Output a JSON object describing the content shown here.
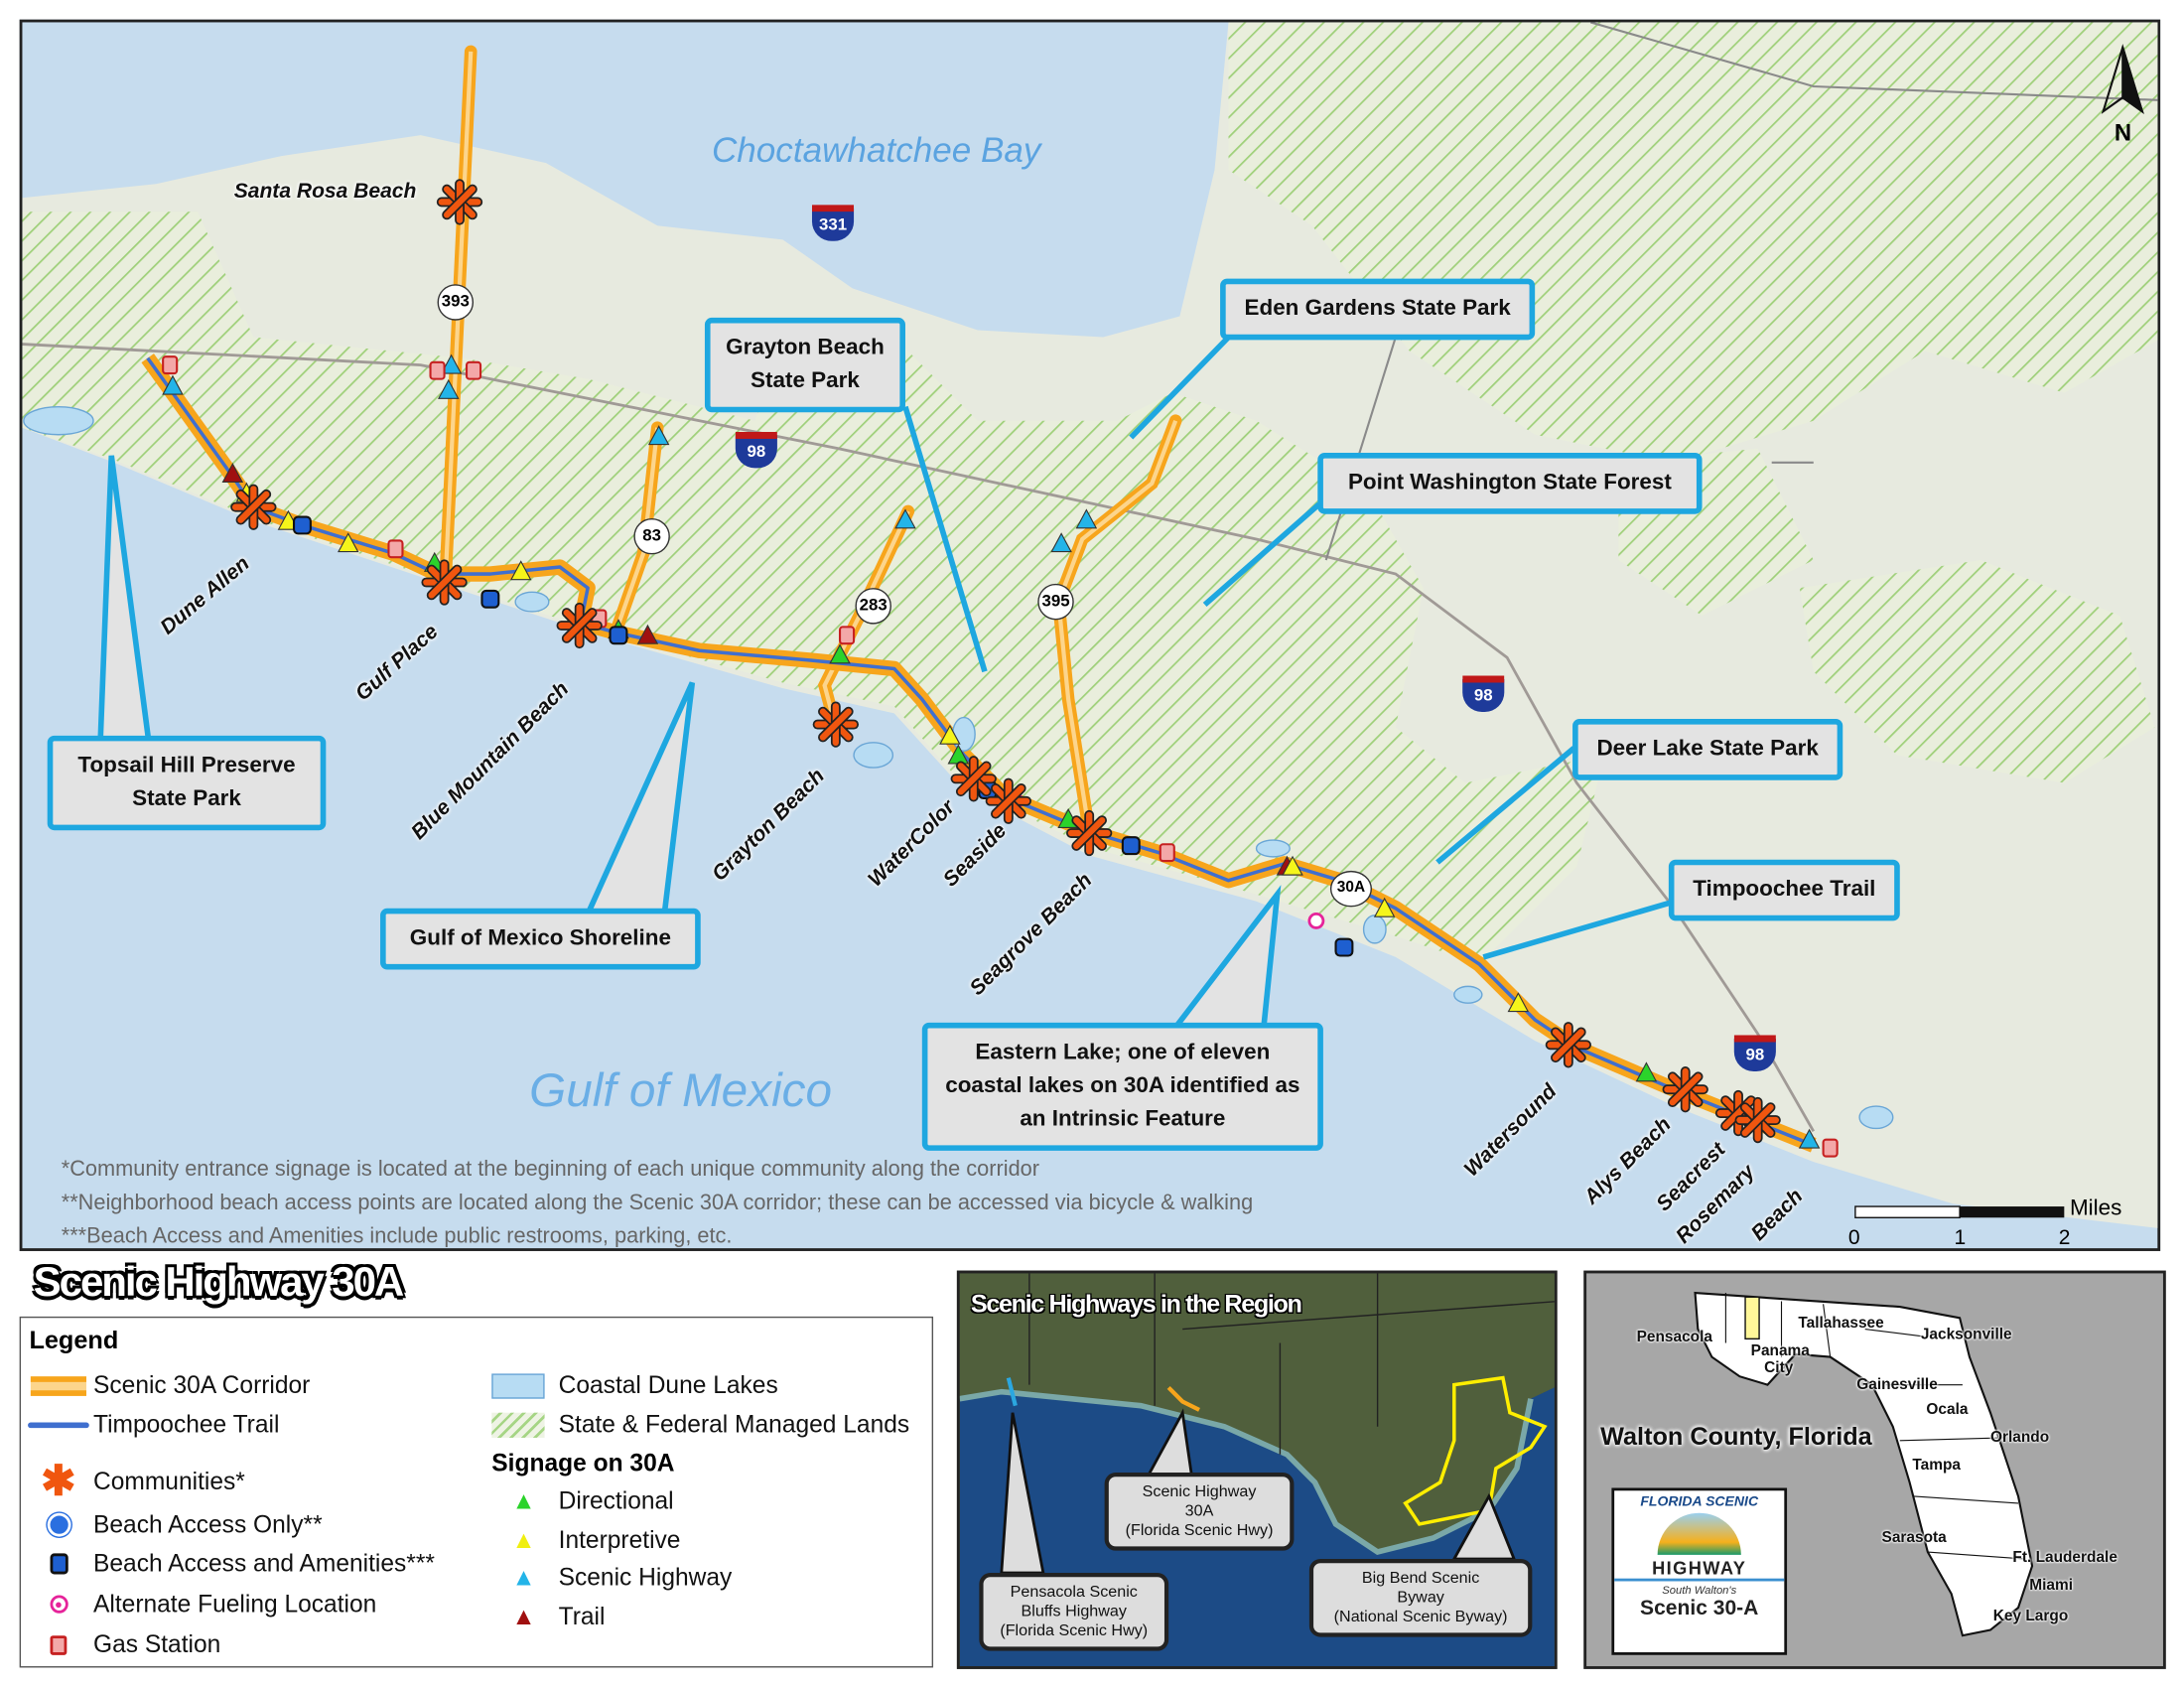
{
  "map": {
    "water_labels": {
      "bay": "Choctawhatchee Bay",
      "gulf": "Gulf of Mexico"
    },
    "north_label": "N",
    "santa_rosa_beach": "Santa Rosa Beach",
    "shields": {
      "us331": "331",
      "sr393": "393",
      "i98a": "98",
      "sr83": "83",
      "sr283": "283",
      "sr395": "395",
      "i98b": "98",
      "sr30a": "30A",
      "i98c": "98"
    },
    "callouts": {
      "grayton": "Grayton Beach State Park",
      "eden": "Eden Gardens State Park",
      "pointwash": "Point Washington State Forest",
      "deerlake": "Deer Lake State Park",
      "timpoochee": "Timpoochee Trail",
      "eastern": "Eastern Lake; one of eleven coastal lakes on 30A identified as an Intrinsic Feature",
      "shoreline": "Gulf of Mexico Shoreline",
      "topsail": "Topsail Hill Preserve State Park"
    },
    "communities": [
      "Dune Allen",
      "Gulf Place",
      "Blue Mountain Beach",
      "Grayton Beach",
      "WaterColor",
      "Seaside",
      "Seagrove Beach",
      "Watersound",
      "Alys Beach",
      "Seacrest",
      "Rosemary",
      "Beach"
    ],
    "footnotes": [
      "*Community entrance signage is located at the beginning of each unique community along the corridor",
      "**Neighborhood beach access points are located along the Scenic 30A corridor; these can be accessed via bicycle & walking",
      "***Beach Access and Amenities include public restrooms, parking, etc."
    ],
    "scale": {
      "unit": "Miles",
      "ticks": [
        "0",
        "1",
        "2"
      ]
    }
  },
  "title": "Scenic Highway 30A",
  "legend": {
    "title": "Legend",
    "left": [
      "Scenic 30A Corridor",
      "Timpoochee Trail",
      "Communities*",
      "Beach Access Only**",
      "Beach Access and Amenities***",
      "Alternate Fueling Location",
      "Gas Station"
    ],
    "right": [
      "Coastal Dune Lakes",
      "State & Federal Managed Lands"
    ],
    "signage_title": "Signage on 30A",
    "signage": [
      "Directional",
      "Interpretive",
      "Scenic Highway",
      "Trail"
    ]
  },
  "region_inset": {
    "title": "Scenic Highways in the Region",
    "callouts": {
      "a30": [
        "Scenic Highway",
        "30A",
        "(Florida Scenic Hwy)"
      ],
      "pensacola": [
        "Pensacola Scenic",
        "Bluffs Highway",
        "(Florida Scenic Hwy)"
      ],
      "bigbend": [
        "Big Bend Scenic",
        "Byway",
        "(National Scenic Byway)"
      ]
    }
  },
  "florida_inset": {
    "title": "Walton County, Florida",
    "cities": [
      "Pensacola",
      "Panama City",
      "Tallahassee",
      "Jacksonville",
      "Gainesville",
      "Ocala",
      "Orlando",
      "Tampa",
      "Sarasota",
      "Ft. Lauderdale",
      "Miami",
      "Key Largo"
    ],
    "logo": {
      "arc": "FLORIDA SCENIC",
      "word": "HIGHWAY",
      "sub": "South Walton's",
      "name": "Scenic 30-A"
    }
  },
  "colors": {
    "corridor": "#f7a51c",
    "trail": "#3f6fcf",
    "community": "#f0560f",
    "callout_border": "#1ea7e0",
    "directional": "#2bd32b",
    "interpretive": "#f5f51a",
    "scenic": "#23b4e8",
    "trail_sign": "#a01010",
    "water": "#c6dcee",
    "land": "#e7eadf"
  }
}
